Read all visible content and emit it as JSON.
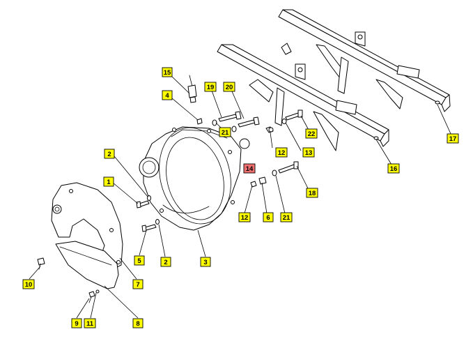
{
  "colors": {
    "callout_fill": "#ffff00",
    "callout_highlight": "#f07070",
    "line": "#000000",
    "background": "#ffffff"
  },
  "highlighted_part": "14",
  "callouts": [
    {
      "id": "c15",
      "label": "15"
    },
    {
      "id": "c4",
      "label": "4"
    },
    {
      "id": "c19",
      "label": "19"
    },
    {
      "id": "c20",
      "label": "20"
    },
    {
      "id": "c21a",
      "label": "21"
    },
    {
      "id": "c2a",
      "label": "2"
    },
    {
      "id": "c1",
      "label": "1"
    },
    {
      "id": "c14",
      "label": "14"
    },
    {
      "id": "c12a",
      "label": "12"
    },
    {
      "id": "c13",
      "label": "13"
    },
    {
      "id": "c22",
      "label": "22"
    },
    {
      "id": "c16",
      "label": "16"
    },
    {
      "id": "c17",
      "label": "17"
    },
    {
      "id": "c18",
      "label": "18"
    },
    {
      "id": "c12b",
      "label": "12"
    },
    {
      "id": "c6",
      "label": "6"
    },
    {
      "id": "c21b",
      "label": "21"
    },
    {
      "id": "c5",
      "label": "5"
    },
    {
      "id": "c2b",
      "label": "2"
    },
    {
      "id": "c3",
      "label": "3"
    },
    {
      "id": "c7",
      "label": "7"
    },
    {
      "id": "c10",
      "label": "10"
    },
    {
      "id": "c9",
      "label": "9"
    },
    {
      "id": "c11",
      "label": "11"
    },
    {
      "id": "c8",
      "label": "8"
    }
  ]
}
